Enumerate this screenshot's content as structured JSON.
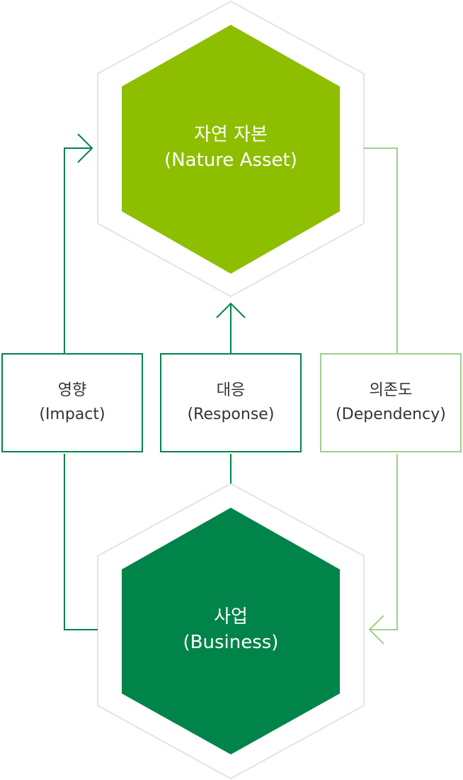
{
  "nature": {
    "title": "자연 자본",
    "subtitle": "(Nature Asset)"
  },
  "business": {
    "title": "사업",
    "subtitle": "(Business)"
  },
  "impact": {
    "title": "영향",
    "subtitle": "(Impact)"
  },
  "response": {
    "title": "대응",
    "subtitle": "(Response)"
  },
  "dependency": {
    "title": "의존도",
    "subtitle": "(Dependency)"
  },
  "colors": {
    "light_green": "#8dbe00",
    "dark_green": "#00844a",
    "pale_green": "#9fd08a",
    "outline": "#e3e3e3"
  }
}
